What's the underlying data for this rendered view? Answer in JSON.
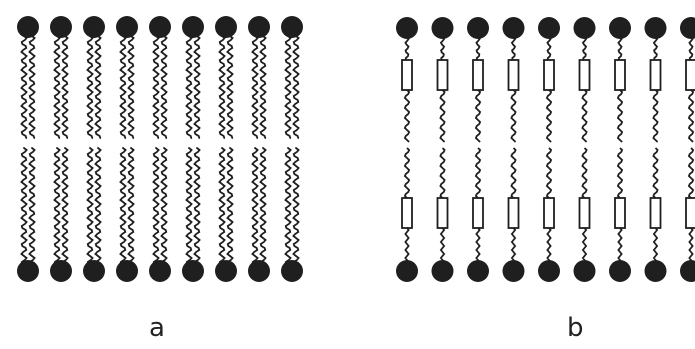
{
  "panels": [
    {
      "id": "a",
      "label": "a",
      "lipid_style": "wavy-double-tail",
      "lipids_per_leaflet": 9
    },
    {
      "id": "b",
      "label": "b",
      "lipid_style": "single-tail-with-rigid-segment",
      "lipids_per_leaflet": 9
    }
  ],
  "colors": {
    "ink": "#1f1f1f",
    "background": "#ffffff"
  }
}
